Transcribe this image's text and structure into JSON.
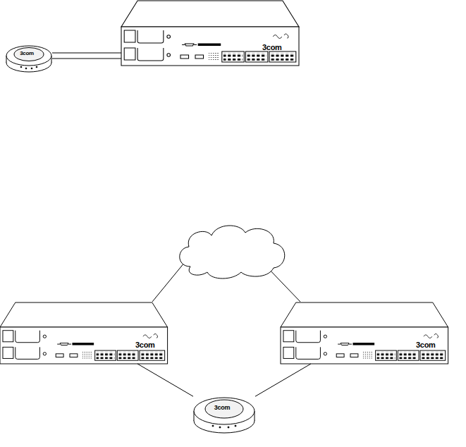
{
  "diagram": {
    "nodes": [
      {
        "text": [
          "3com"
        ]
      },
      {
        "text": [
          "3com"
        ]
      },
      {
        "text": [
          "3com"
        ]
      },
      {
        "text": [
          "3com"
        ]
      },
      {
        "text": [
          "3com"
        ]
      }
    ],
    "edges": [
      {
        "from": 0,
        "to": 1,
        "arrow": "none"
      },
      {
        "from": 2,
        "to": 4,
        "arrow": "none"
      },
      {
        "from": 3,
        "to": 4,
        "arrow": "none"
      }
    ]
  }
}
